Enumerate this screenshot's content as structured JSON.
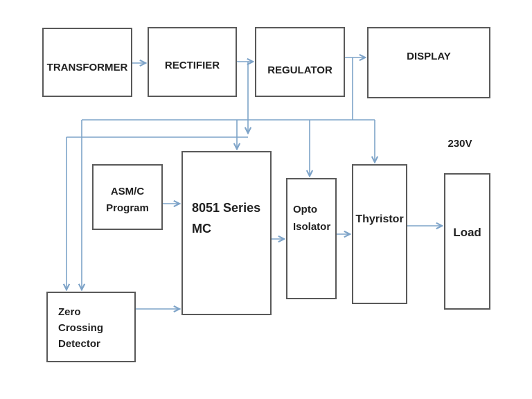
{
  "diagram_type": "block-diagram",
  "voltage_label": "230V",
  "blocks": {
    "transformer": {
      "label": "TRANSFORMER"
    },
    "rectifier": {
      "label": "RECTIFIER"
    },
    "regulator": {
      "label": "REGULATOR"
    },
    "display": {
      "label": "DISPLAY"
    },
    "asm_c_program": {
      "label": "ASM/C\nProgram"
    },
    "mcu_8051": {
      "label": "8051 Series\nMC"
    },
    "opto_isolator": {
      "label": "Opto\nIsolator"
    },
    "thyristor": {
      "label": "Thyristor"
    },
    "load": {
      "label": "Load"
    },
    "zero_crossing_detector": {
      "label": "Zero\nCrossing\nDetector"
    }
  },
  "edges": [
    {
      "from": "transformer",
      "to": "rectifier"
    },
    {
      "from": "rectifier",
      "to": "regulator"
    },
    {
      "from": "rectifier",
      "to": "zero_crossing_detector"
    },
    {
      "from": "regulator",
      "to": "display"
    },
    {
      "from": "regulator",
      "to": "zero_crossing_detector"
    },
    {
      "from": "regulator",
      "to": "mcu_8051"
    },
    {
      "from": "regulator",
      "to": "opto_isolator"
    },
    {
      "from": "regulator",
      "to": "thyristor"
    },
    {
      "from": "asm_c_program",
      "to": "mcu_8051"
    },
    {
      "from": "zero_crossing_detector",
      "to": "mcu_8051"
    },
    {
      "from": "mcu_8051",
      "to": "opto_isolator"
    },
    {
      "from": "opto_isolator",
      "to": "thyristor"
    },
    {
      "from": "thyristor",
      "to": "load"
    }
  ],
  "colors": {
    "line": "#7da3c8",
    "box_border": "#595959",
    "text": "#212121",
    "background": "#ffffff"
  }
}
